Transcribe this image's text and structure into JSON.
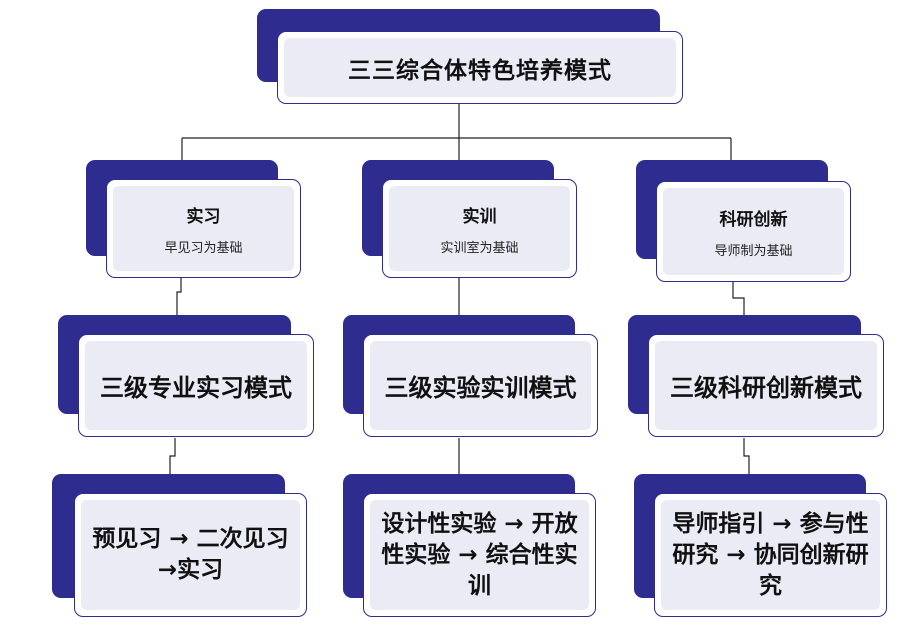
{
  "root": {
    "title": "三三综合体特色培养模式"
  },
  "branches": [
    {
      "title": "实习",
      "subtitle": "早见习为基础",
      "mode": "三级专业实习模式",
      "flow": "预见习 → 二次见习 →实习"
    },
    {
      "title": "实训",
      "subtitle": "实训室为基础",
      "mode": "三级实验实训模式",
      "flow": "设计性实验 → 开放性实验 → 综合性实训"
    },
    {
      "title": "科研创新",
      "subtitle": "导师制为基础",
      "mode": "三级科研创新模式",
      "flow": "导师指引 → 参与性研究 → 协同创新研究"
    }
  ],
  "colors": {
    "accent": "#2e2c8f",
    "panel": "#ebebf5",
    "line": "#222222"
  }
}
